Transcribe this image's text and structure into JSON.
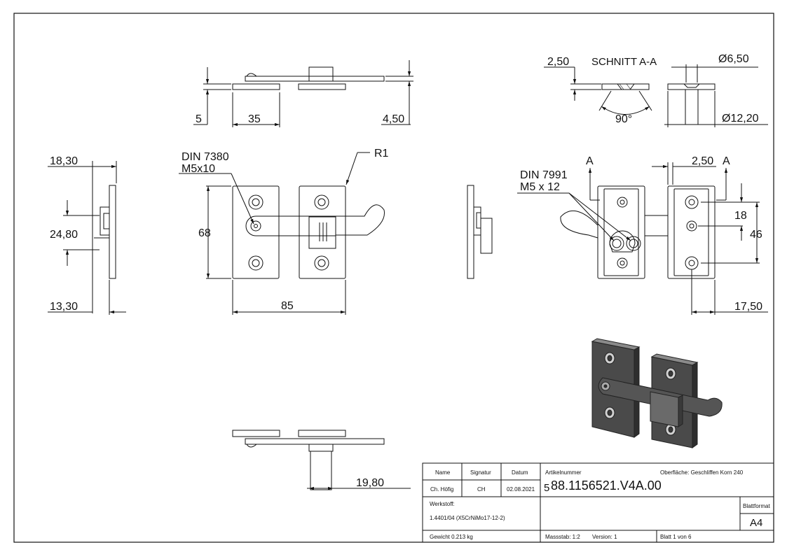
{
  "dimensions": {
    "top_view": {
      "d5": "5",
      "d35": "35",
      "d450": "4,50"
    },
    "left_view": {
      "d1830": "18,30",
      "d2480": "24,80",
      "d1330": "13,30"
    },
    "front_view": {
      "din1": "DIN 7380",
      "din1_size": "M5x10",
      "radius": "R1",
      "height": "68",
      "width": "85"
    },
    "section": {
      "d250": "2,50",
      "title": "SCHNITT A-A",
      "dia650": "Ø6,50",
      "angle": "90°",
      "dia1220": "Ø12,20"
    },
    "rear_view": {
      "din2": "DIN 7991",
      "din2_size": "M5 x 12",
      "section_a_left": "A",
      "section_a_right": "A",
      "d250b": "2,50",
      "d18": "18",
      "d46": "46",
      "d1750": "17,50"
    },
    "bottom_view": {
      "d1980": "19,80"
    }
  },
  "title_block": {
    "headers": {
      "name": "Name",
      "signatur": "Signatur",
      "datum": "Datum"
    },
    "row": {
      "name": "Ch. Höfig",
      "signatur": "CH",
      "datum": "02.08.2021"
    },
    "werkstoff_label": "Werkstoff:",
    "werkstoff_value": "1.4401/04 (X5CrNiMo17-12-2)",
    "gewicht": "Gewicht 0.213 kg",
    "artikelnummer_label": "Artikelnummer",
    "artikelnummer_prefix": "5",
    "artikelnummer": "88.1156521.V4A.00",
    "oberflaeche": "Oberfläche:  Geschliffen Korn 240",
    "blattformat_label": "Blattformat",
    "blattformat": "A4",
    "massstab": "Massstab: 1:2",
    "version": "Version: 1",
    "blatt": "Blatt 1 von 6"
  }
}
